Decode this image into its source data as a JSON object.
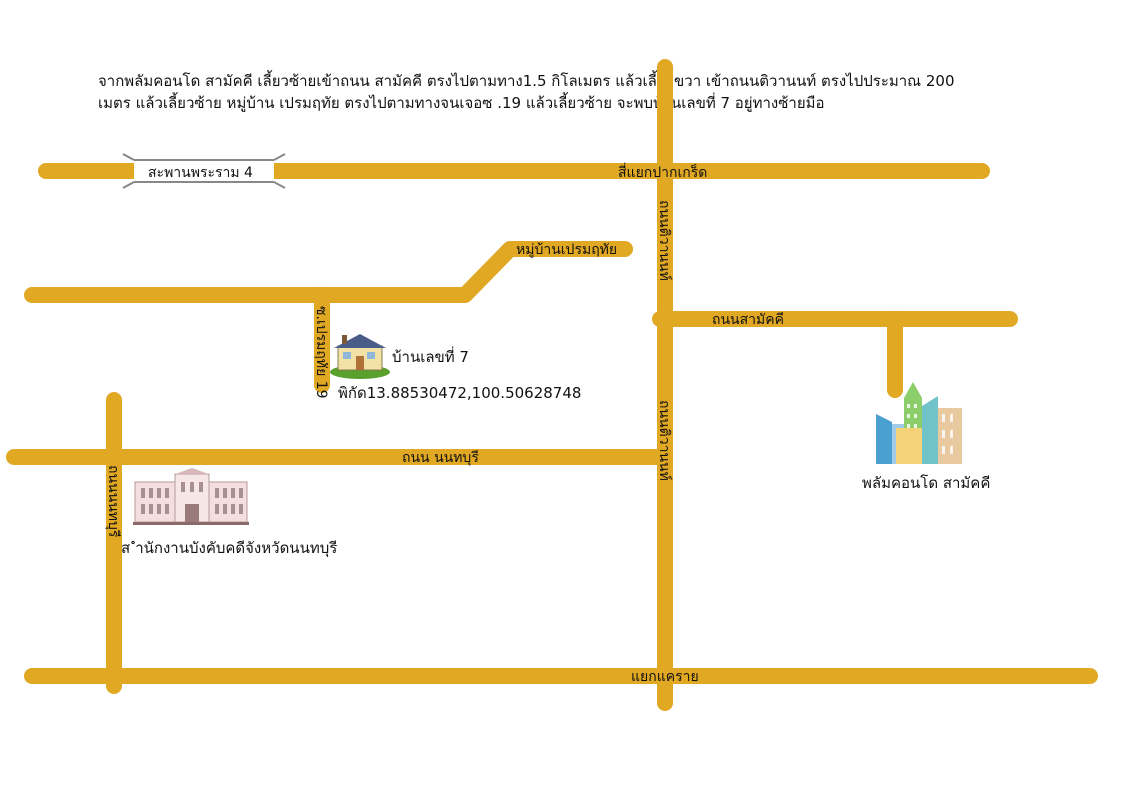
{
  "directions": {
    "line1": "จากพลัมคอนโด สามัคคี เลี้ยวซ้ายเข้าถนน สามัคคี ตรงไปตามทาง1.5 กิโลเมตร แล้วเลี้ยวขวา เข้าถนนติวานนท์ ตรงไปประมาณ 200",
    "line2": "เมตร แล้วเลี้ยวซ้าย หมู่บ้าน เปรมฤทัย ตรงไปตามทางจนเจอซ .19 แล้วเลี้ยวซ้าย  จะพบบ้านเลขที่ 7 อยู่ทางซ้ายมือ"
  },
  "roads": {
    "bridge": "สะพานพระราม 4",
    "pak_kret_junction": "สี่แยกปากเกร็ด",
    "moo_baan": "หมู่บ้านเปรมฤทัย",
    "tiwanon_north": "ถนนติวานนท์",
    "tiwanon_south": "ถนนติวานนท์",
    "samakkhi": "ถนนสามัคคี",
    "soi": "ซ.เปรมฤทัย 19",
    "nonthaburi": "ถนน นนทบุรี",
    "west_road": "ถนนนนทบุรี",
    "khae_rai": "แยกแคราย"
  },
  "places": {
    "house": "บ้านเลขที่ 7",
    "coordinates": "พิกัด13.88530472,100.50628748",
    "condo": "พลัมคอนโด สามัคคี",
    "office": "ส ำนักงานบังคับคดีจังหวัดนนทบุรี"
  },
  "colors": {
    "road": "#e0a823",
    "bridge_rail": "#888888",
    "background": "#ffffff"
  },
  "icons": {
    "house": "house-icon",
    "condo": "condo-buildings-icon",
    "office": "government-building-icon"
  }
}
